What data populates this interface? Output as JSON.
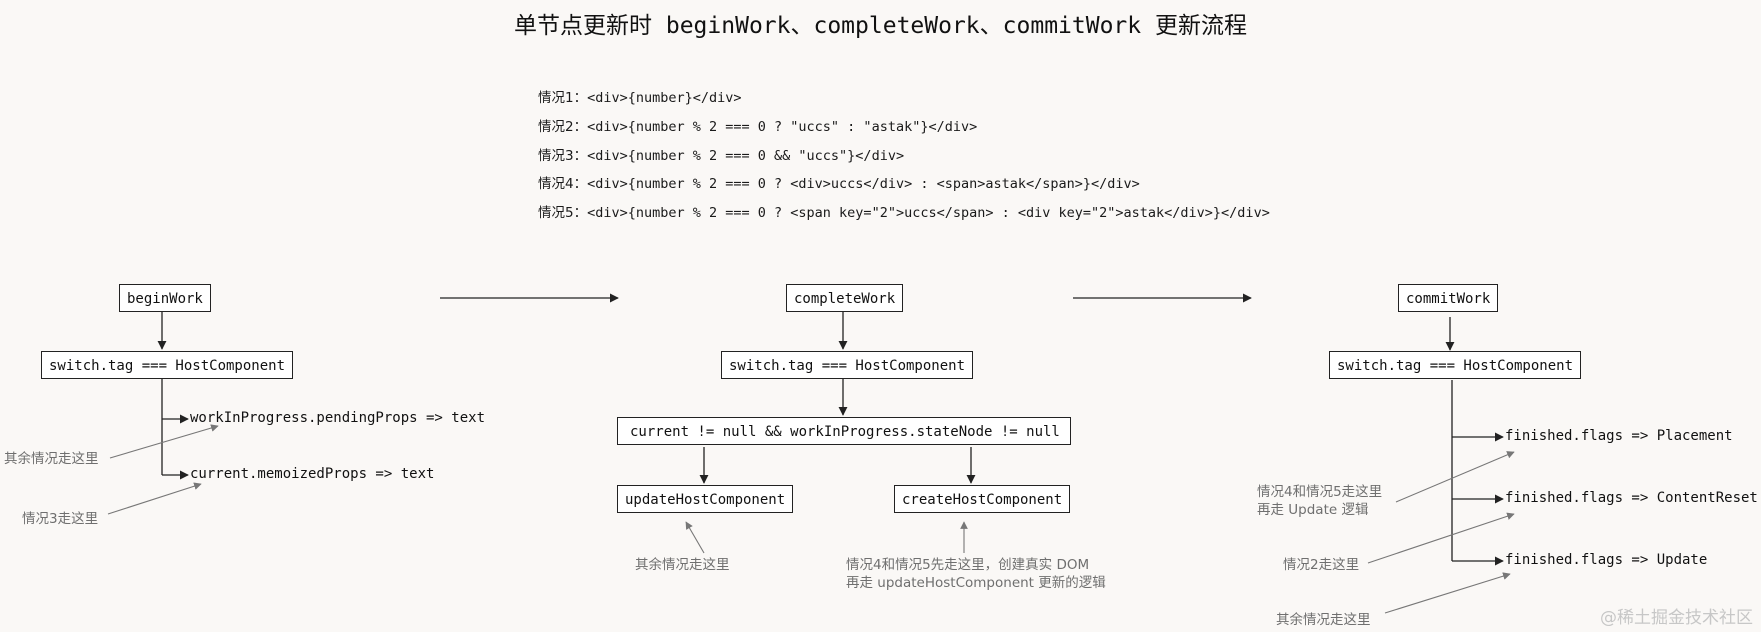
{
  "title": "单节点更新时 beginWork、completeWork、commitWork 更新流程",
  "cases": [
    {
      "label": "情况1：",
      "code": "<div>{number}</div>"
    },
    {
      "label": "情况2：",
      "code": "<div>{number % 2 === 0 ? \"uccs\" : \"astak\"}</div>"
    },
    {
      "label": "情况3：",
      "code": "<div>{number % 2 === 0 && \"uccs\"}</div>"
    },
    {
      "label": "情况4：",
      "code": "<div>{number % 2 === 0 ? <div>uccs</div> : <span>astak</span>}</div>"
    },
    {
      "label": "情况5：",
      "code": "<div>{number % 2 === 0 ? <span key=\"2\">uccs</span> : <div key=\"2\">astak</div>}</div>"
    }
  ],
  "begin": {
    "title": "beginWork",
    "switch": "switch.tag === HostComponent",
    "branch1": "workInProgress.pendingProps => text",
    "branch2": "current.memoizedProps => text",
    "note1": "其余情况走这里",
    "note2": "情况3走这里"
  },
  "complete": {
    "title": "completeWork",
    "switch": "switch.tag === HostComponent",
    "condition": "current != null && workInProgress.stateNode != null",
    "update": "updateHostComponent",
    "create": "createHostComponent",
    "note_update": "其余情况走这里",
    "note_create_1": "情况4和情况5先走这里，创建真实 DOM",
    "note_create_2": "再走 updateHostComponent 更新的逻辑"
  },
  "commit": {
    "title": "commitWork",
    "switch": "switch.tag === HostComponent",
    "flag1": "finished.flags => Placement",
    "flag2": "finished.flags => ContentReset",
    "flag3": "finished.flags => Update",
    "note1_a": "情况4和情况5走这里",
    "note1_b": "再走 Update 逻辑",
    "note2": "情况2走这里",
    "note3": "其余情况走这里"
  },
  "watermark": "@稀土掘金技术社区"
}
